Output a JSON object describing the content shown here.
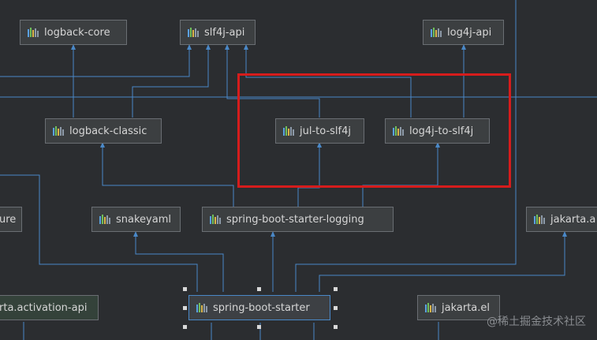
{
  "diagram": {
    "nodes": {
      "logback_core": "logback-core",
      "slf4j_api": "slf4j-api",
      "log4j_api": "log4j-api",
      "logback_classic": "logback-classic",
      "jul_to_slf4j": "jul-to-slf4j",
      "log4j_to_slf4j": "log4j-to-slf4j",
      "ure_partial": "ure",
      "snakeyaml": "snakeyaml",
      "spring_boot_starter_logging": "spring-boot-starter-logging",
      "jakarta_partial": "jakarta.a",
      "jakarta_activation_partial": "rta.activation-api",
      "spring_boot_starter": "spring-boot-starter",
      "jakarta_el": "jakarta.el"
    },
    "icon": "library-bars-icon",
    "colors": {
      "background": "#2b2d30",
      "edge": "#4a88c7",
      "highlight": "#d61c1c"
    }
  },
  "watermark": "@稀土掘金技术社区"
}
